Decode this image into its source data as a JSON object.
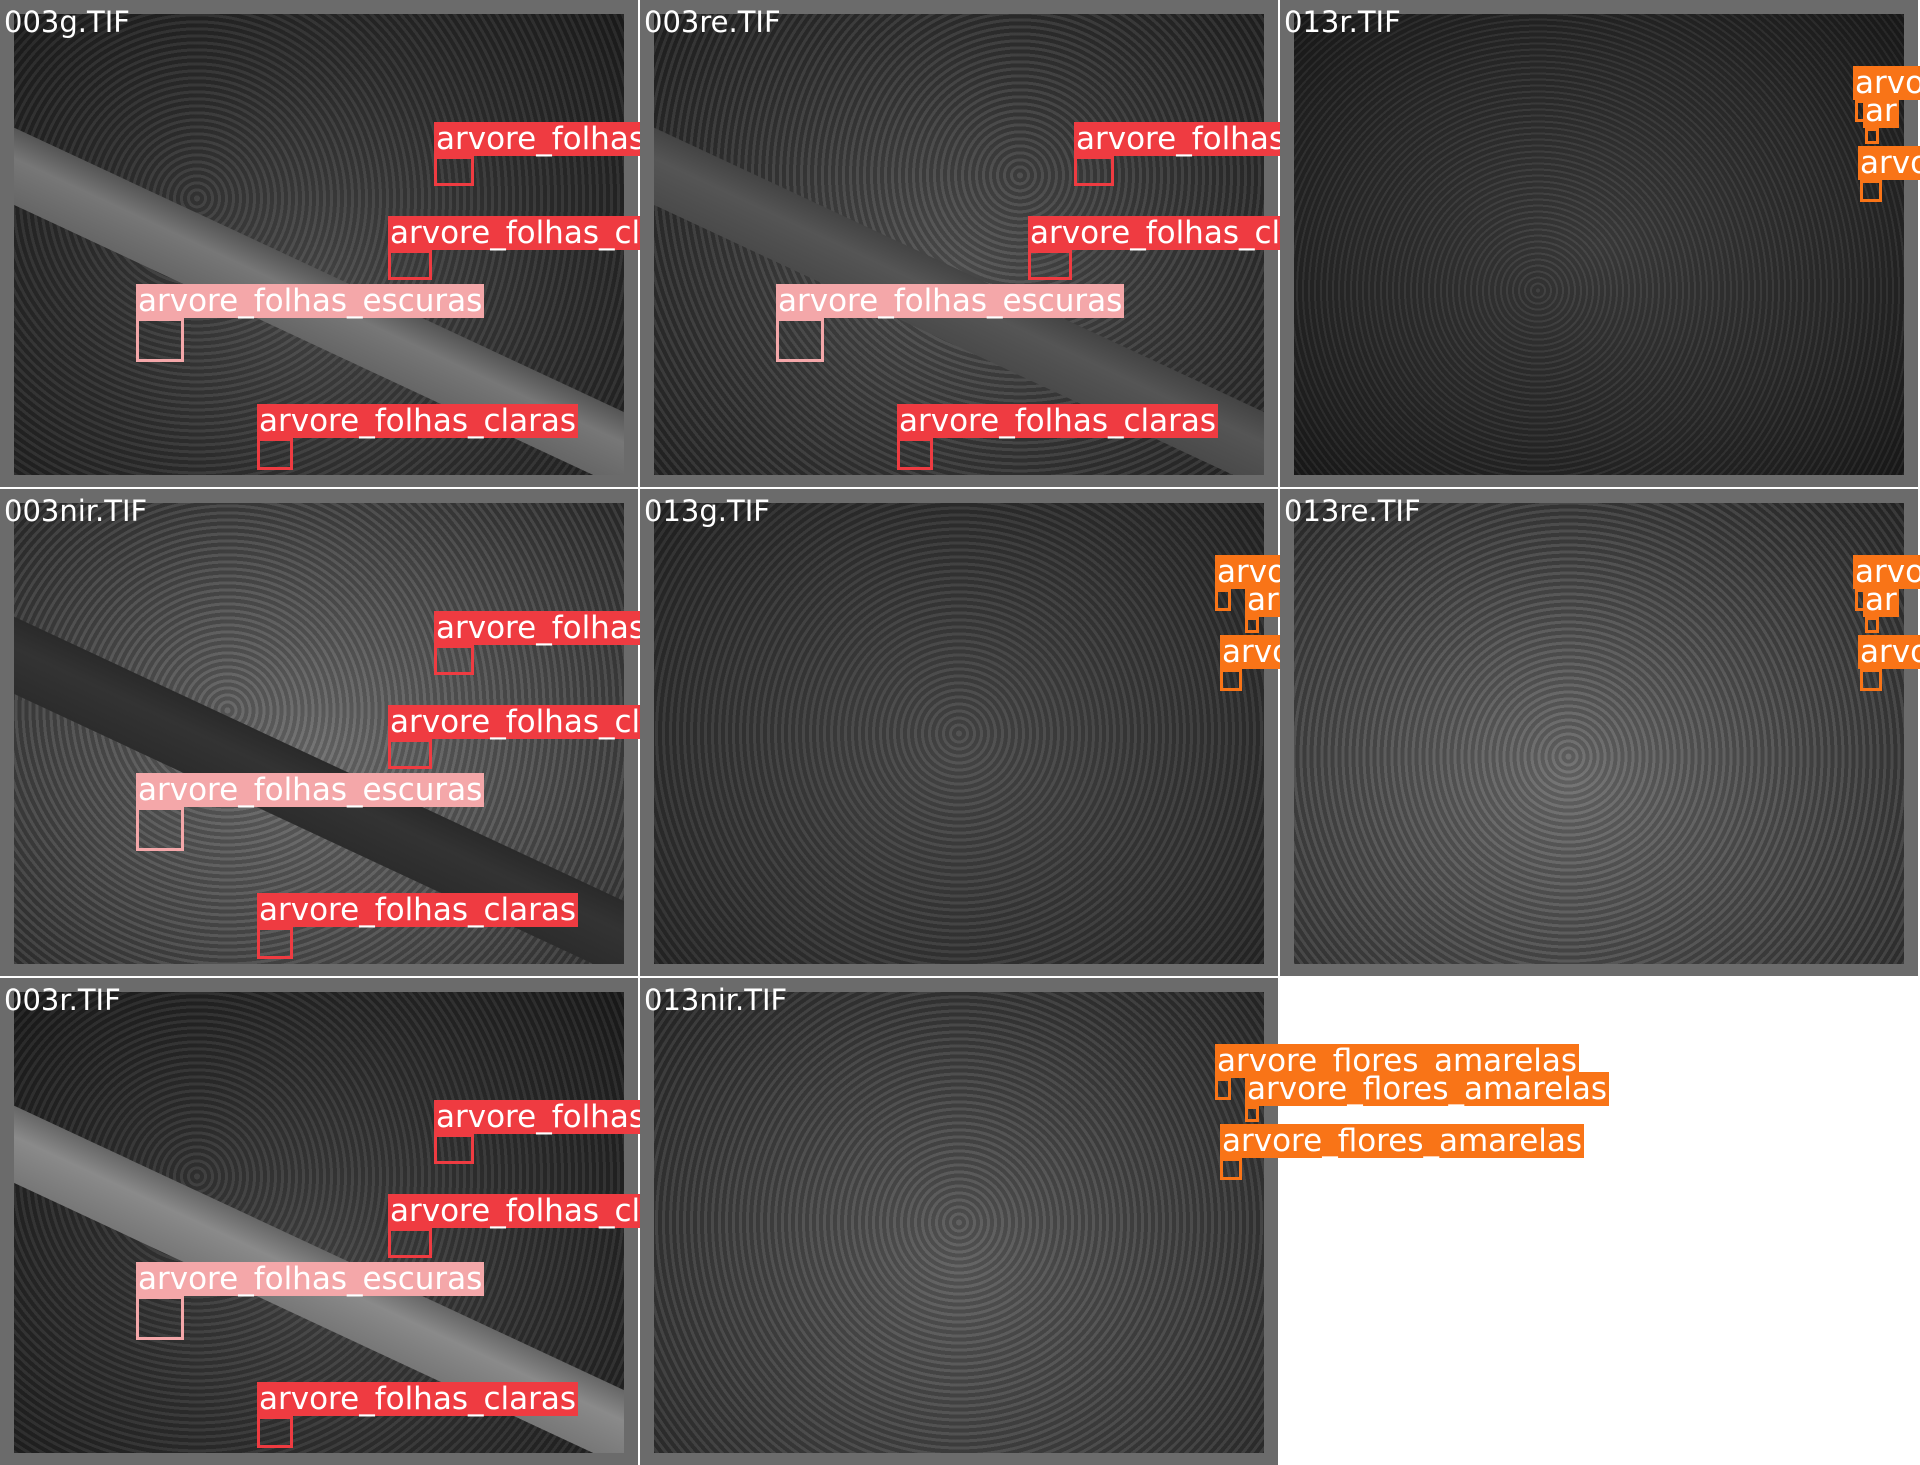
{
  "panels": [
    {
      "filename": "003g.TIF"
    },
    {
      "filename": "003re.TIF"
    },
    {
      "filename": "013r.TIF"
    },
    {
      "filename": "003nir.TIF"
    },
    {
      "filename": "013g.TIF"
    },
    {
      "filename": "013re.TIF"
    },
    {
      "filename": "003r.TIF"
    },
    {
      "filename": "013nir.TIF"
    }
  ],
  "labels": {
    "folhas_claras": "arvore_folhas_claras",
    "folhas_escuras": "arvore_folhas_escuras",
    "flores_amarelas": "arvore_flores_amarelas",
    "flores_amarelas_cut_a": "arvo",
    "flores_amarelas_cut_b": "ar"
  },
  "colors": {
    "folhas_claras": "#ef3b41",
    "folhas_escuras": "#f4a7a9",
    "flores_amarelas": "#f97417",
    "frame": "#6b6b6b"
  }
}
